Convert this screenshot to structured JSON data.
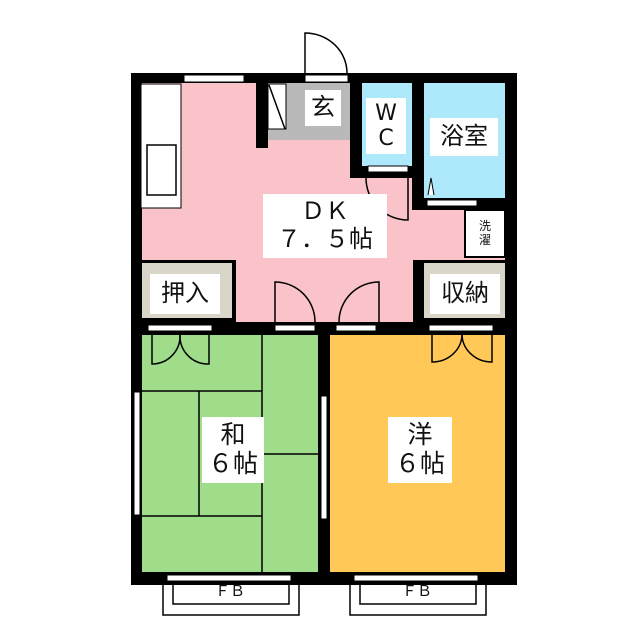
{
  "colors": {
    "wall": "#000000",
    "dk": "#f9c3c9",
    "genkan": "#b9b9b9",
    "wet": "#aee9fb",
    "closet": "#d9d5c8",
    "washitsu": "#a0dd8a",
    "youshitsu": "#ffc857"
  },
  "rooms": {
    "genkan": "玄",
    "wc_line1": "W",
    "wc_line2": "C",
    "bath": "浴室",
    "laundry_line1": "洗",
    "laundry_line2": "濯",
    "dk_line1": "ＤＫ",
    "dk_line2": "７．５帖",
    "oshiire": "押入",
    "shuno": "収納",
    "washitsu_line1": "和",
    "washitsu_line2": "６帖",
    "youshitsu_line1": "洋",
    "youshitsu_line2": "６帖"
  },
  "balconies": [
    "ＦＢ",
    "ＦＢ"
  ]
}
